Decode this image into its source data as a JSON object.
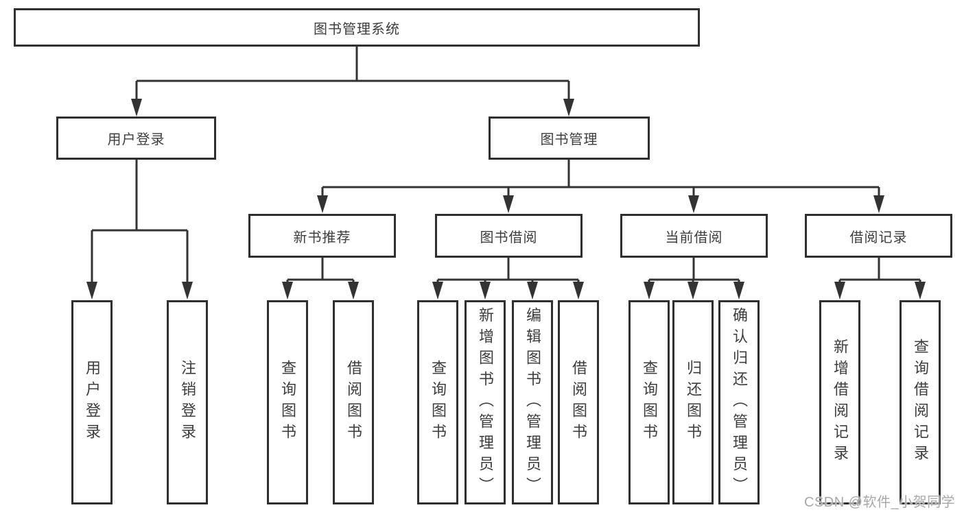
{
  "diagram": {
    "root": {
      "label": "图书管理系统"
    },
    "level2": [
      {
        "label": "用户登录",
        "leaves": [
          {
            "label": "用户登录"
          },
          {
            "label": "注销登录"
          }
        ]
      },
      {
        "label": "图书管理",
        "children": [
          {
            "label": "新书推荐",
            "leaves": [
              {
                "label": "查询图书"
              },
              {
                "label": "借阅图书"
              }
            ]
          },
          {
            "label": "图书借阅",
            "leaves": [
              {
                "label": "查询图书"
              },
              {
                "label": "新增图书（管理员）"
              },
              {
                "label": "编辑图书（管理员）"
              },
              {
                "label": "借阅图书"
              }
            ]
          },
          {
            "label": "当前借阅",
            "leaves": [
              {
                "label": "查询图书"
              },
              {
                "label": "归还图书"
              },
              {
                "label": "确认归还（管理员）"
              }
            ]
          },
          {
            "label": "借阅记录",
            "leaves": [
              {
                "label": "新增借阅记录"
              },
              {
                "label": "查询借阅记录"
              }
            ]
          }
        ]
      }
    ]
  },
  "watermark": {
    "text": "CSDN @软件_小贺同学"
  },
  "colors": {
    "line": "#333333",
    "box_border": "#2f2f2f",
    "text": "#3d3d3d",
    "watermark": "#a8a8a8",
    "background": "#ffffff"
  }
}
